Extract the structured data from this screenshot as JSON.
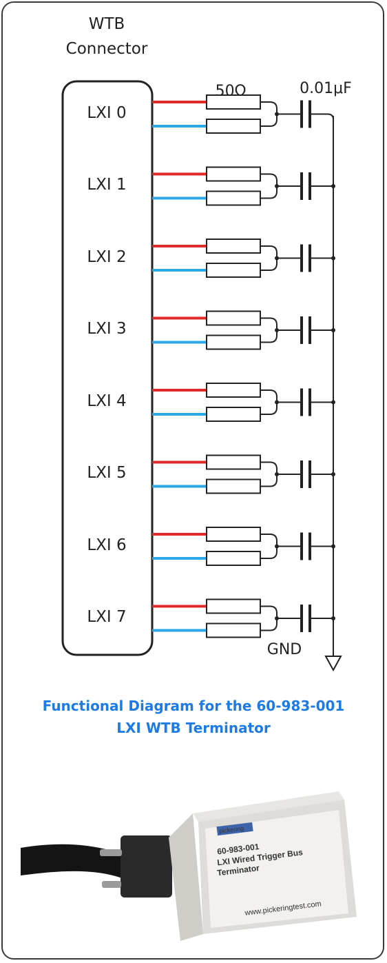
{
  "connector": {
    "title_line1": "WTB",
    "title_line2": "Connector"
  },
  "component_labels": {
    "resistor": "50Ω",
    "capacitor": "0.01μF",
    "ground": "GND"
  },
  "channels": [
    "LXI 0",
    "LXI 1",
    "LXI 2",
    "LXI 3",
    "LXI 4",
    "LXI 5",
    "LXI 6",
    "LXI 7"
  ],
  "wire_colors": {
    "positive": "#e02b2b",
    "negative": "#2aa9e6"
  },
  "caption": {
    "line1": "Functional Diagram for the 60-983-001",
    "line2": "LXI WTB Terminator"
  },
  "photo": {
    "brand": "pickering",
    "part_number": "60-983-001",
    "description_line1": "LXI Wired Trigger Bus",
    "description_line2": "Terminator",
    "website": "www.pickeringtest.com"
  }
}
